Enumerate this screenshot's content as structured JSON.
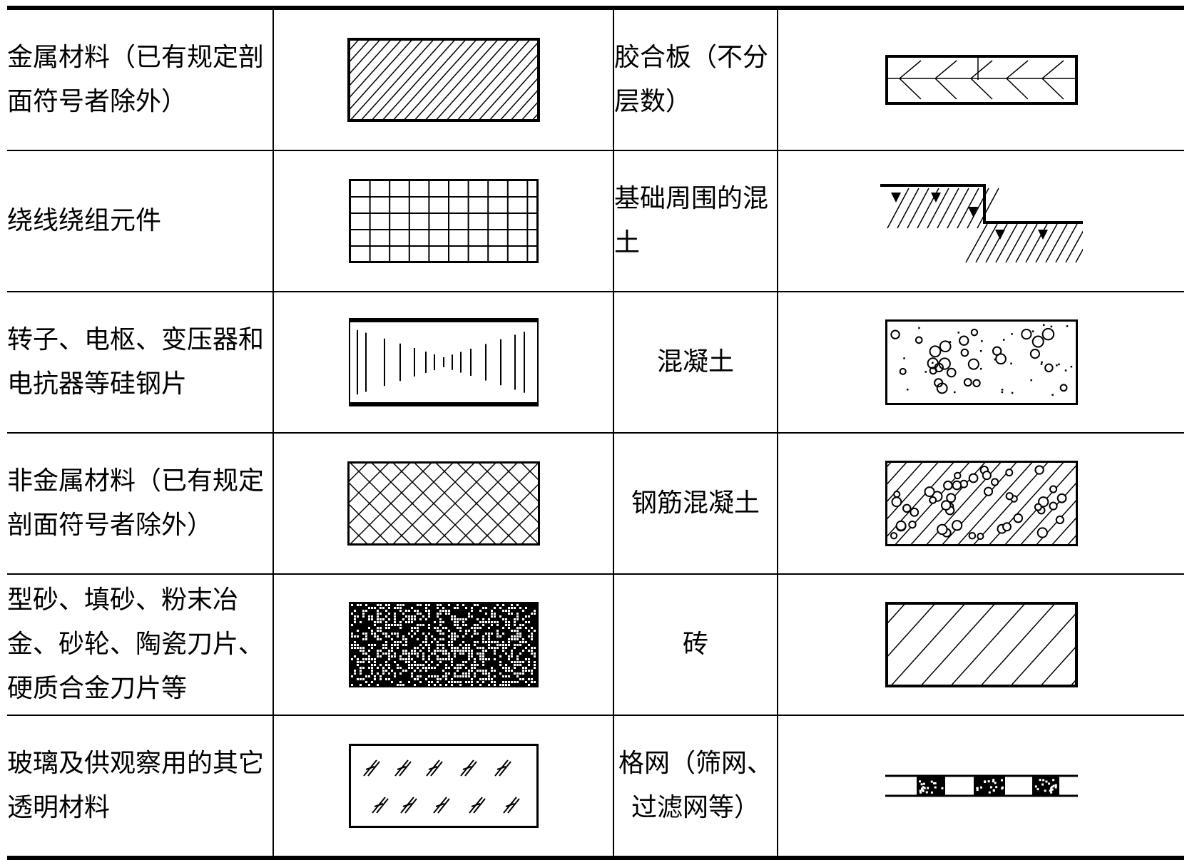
{
  "rows": [
    {
      "left": {
        "name": "金属材料（已有规定剖面符号者除外）",
        "pattern": "diagonal-hatch-dense"
      },
      "right": {
        "name": "胶合板（不分层数）",
        "pattern": "plywood-chevron"
      }
    },
    {
      "left": {
        "name": "绕线绕组元件",
        "pattern": "square-grid"
      },
      "right": {
        "name": "基础周围的混土",
        "pattern": "stepped-soil"
      }
    },
    {
      "left": {
        "name": "转子、电枢、变压器和电抗器等硅钢片",
        "pattern": "vertical-lamination"
      },
      "right": {
        "name": "混凝土",
        "pattern": "concrete-pebbles"
      }
    },
    {
      "left": {
        "name": "非金属材料（已有规定剖面符号者除外）",
        "pattern": "diamond-crosshatch"
      },
      "right": {
        "name": "钢筋混凝土",
        "pattern": "reinforced-concrete"
      }
    },
    {
      "left": {
        "name": "型砂、填砂、粉末冶金、砂轮、陶瓷刀片、硬质合金刀片等",
        "pattern": "dense-speckle"
      },
      "right": {
        "name": "砖",
        "pattern": "diagonal-hatch-wide"
      }
    },
    {
      "left": {
        "name": "玻璃及供观察用的其它透明材料",
        "pattern": "glass-marks"
      },
      "right": {
        "name": "格网（筛网、过滤网等）",
        "pattern": "mesh-strip"
      }
    }
  ]
}
